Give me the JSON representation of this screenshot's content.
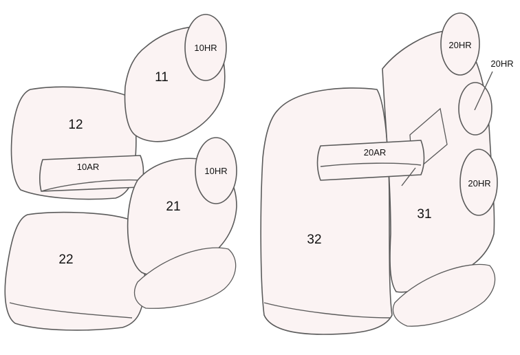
{
  "diagram": {
    "labels": {
      "p11": "11",
      "p12": "12",
      "p21": "21",
      "p22": "22",
      "p31": "31",
      "p32": "32",
      "hr10_top": "10HR",
      "hr10_mid": "10HR",
      "ar10": "10AR",
      "hr20_top": "20HR",
      "hr20_callout": "20HR",
      "hr20_bottom": "20HR",
      "ar20": "20AR"
    },
    "colors": {
      "fill": "#fbf3f3",
      "stroke": "#5a5a5a",
      "text": "#111111"
    }
  }
}
